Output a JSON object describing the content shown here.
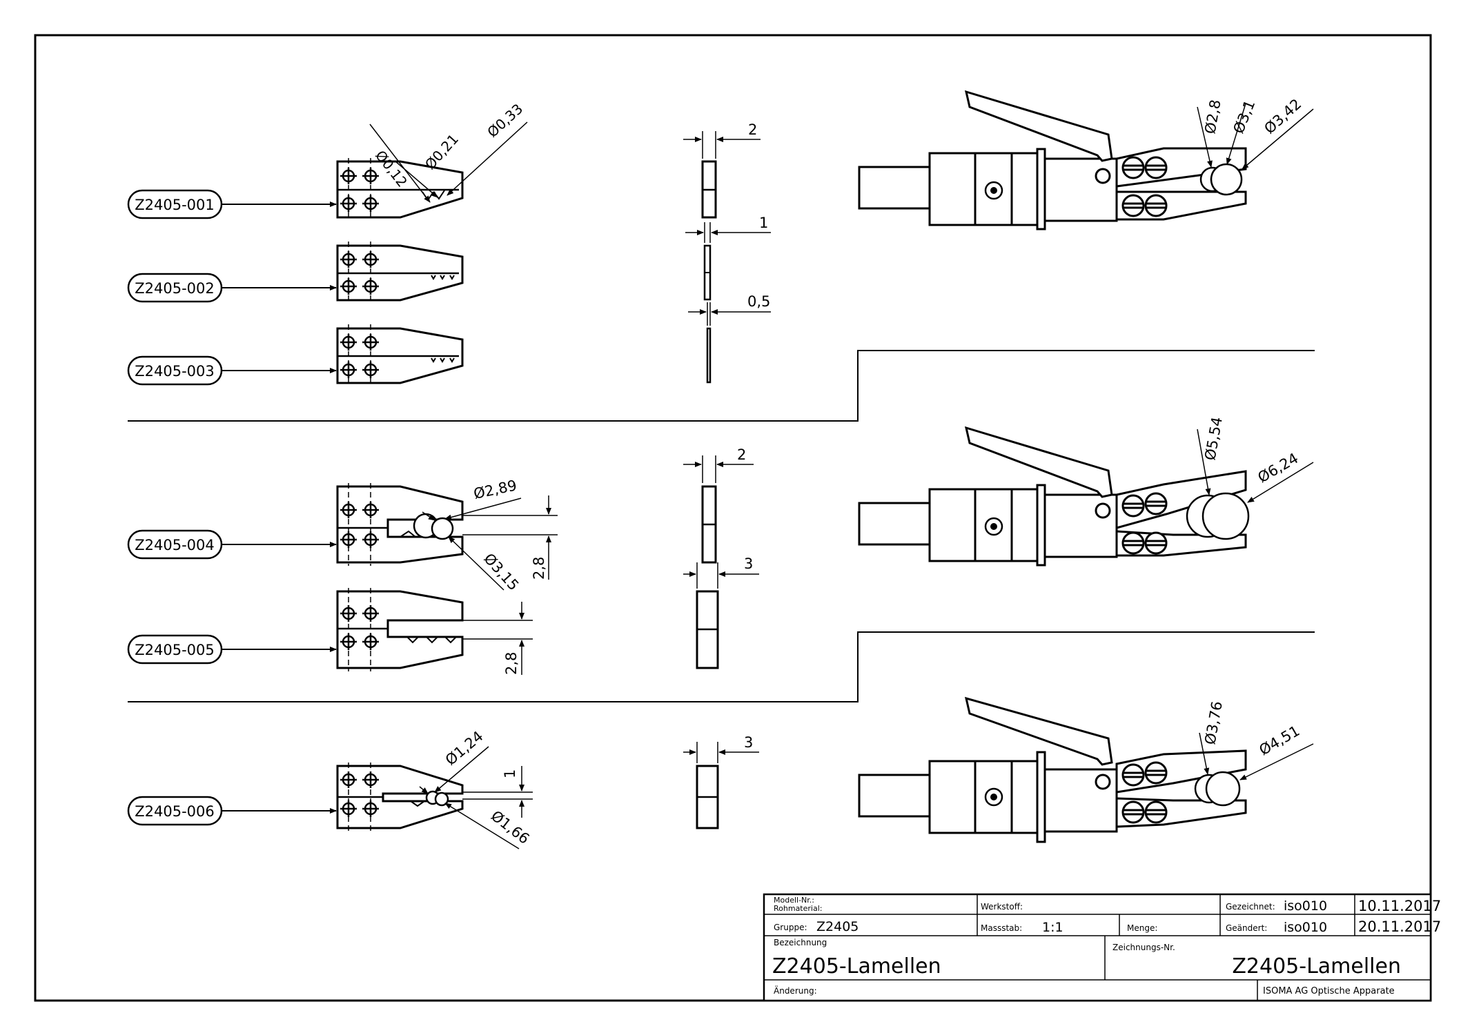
{
  "parts": [
    {
      "label": "Z2405-001"
    },
    {
      "label": "Z2405-002"
    },
    {
      "label": "Z2405-003"
    },
    {
      "label": "Z2405-004"
    },
    {
      "label": "Z2405-005"
    },
    {
      "label": "Z2405-006"
    }
  ],
  "dims": {
    "d012": "Ø0,12",
    "d021": "Ø0,21",
    "d033": "Ø0,33",
    "d289": "Ø2,89",
    "d315": "Ø3,15",
    "h28a": "2,8",
    "h28b": "2,8",
    "d124": "Ø1,24",
    "d166": "Ø1,66",
    "h1": "1",
    "t2a": "2",
    "t1": "1",
    "t05": "0,5",
    "t2b": "2",
    "t3a": "3",
    "t3b": "3",
    "r1a": "Ø2,8",
    "r1b": "Ø3,1",
    "r1c": "Ø3,42",
    "r2a": "Ø5,54",
    "r2b": "Ø6,24",
    "r3a": "Ø3,76",
    "r3b": "Ø4,51"
  },
  "title_block": {
    "modell_label": "Modell-Nr.:",
    "rohmaterial_label": "Rohmaterial:",
    "werkstoff_label": "Werkstoff:",
    "gezeichnet_label": "Gezeichnet:",
    "gezeichnet_value": "iso010",
    "gezeichnet_date": "10.11.2017",
    "gruppe_label": "Gruppe:",
    "gruppe_value": "Z2405",
    "massstab_label": "Massstab:",
    "massstab_value": "1:1",
    "menge_label": "Menge:",
    "geaendert_label": "Geändert:",
    "geaendert_value": "iso010",
    "geaendert_date": "20.11.2017",
    "bezeichnung_label": "Bezeichnung",
    "bezeichnung_value": "Z2405-Lamellen",
    "zeichnungs_label": "Zeichnungs-Nr.",
    "zeichnungs_value": "Z2405-Lamellen",
    "aenderung_label": "Änderung:",
    "company": "ISOMA AG Optische Apparate"
  }
}
